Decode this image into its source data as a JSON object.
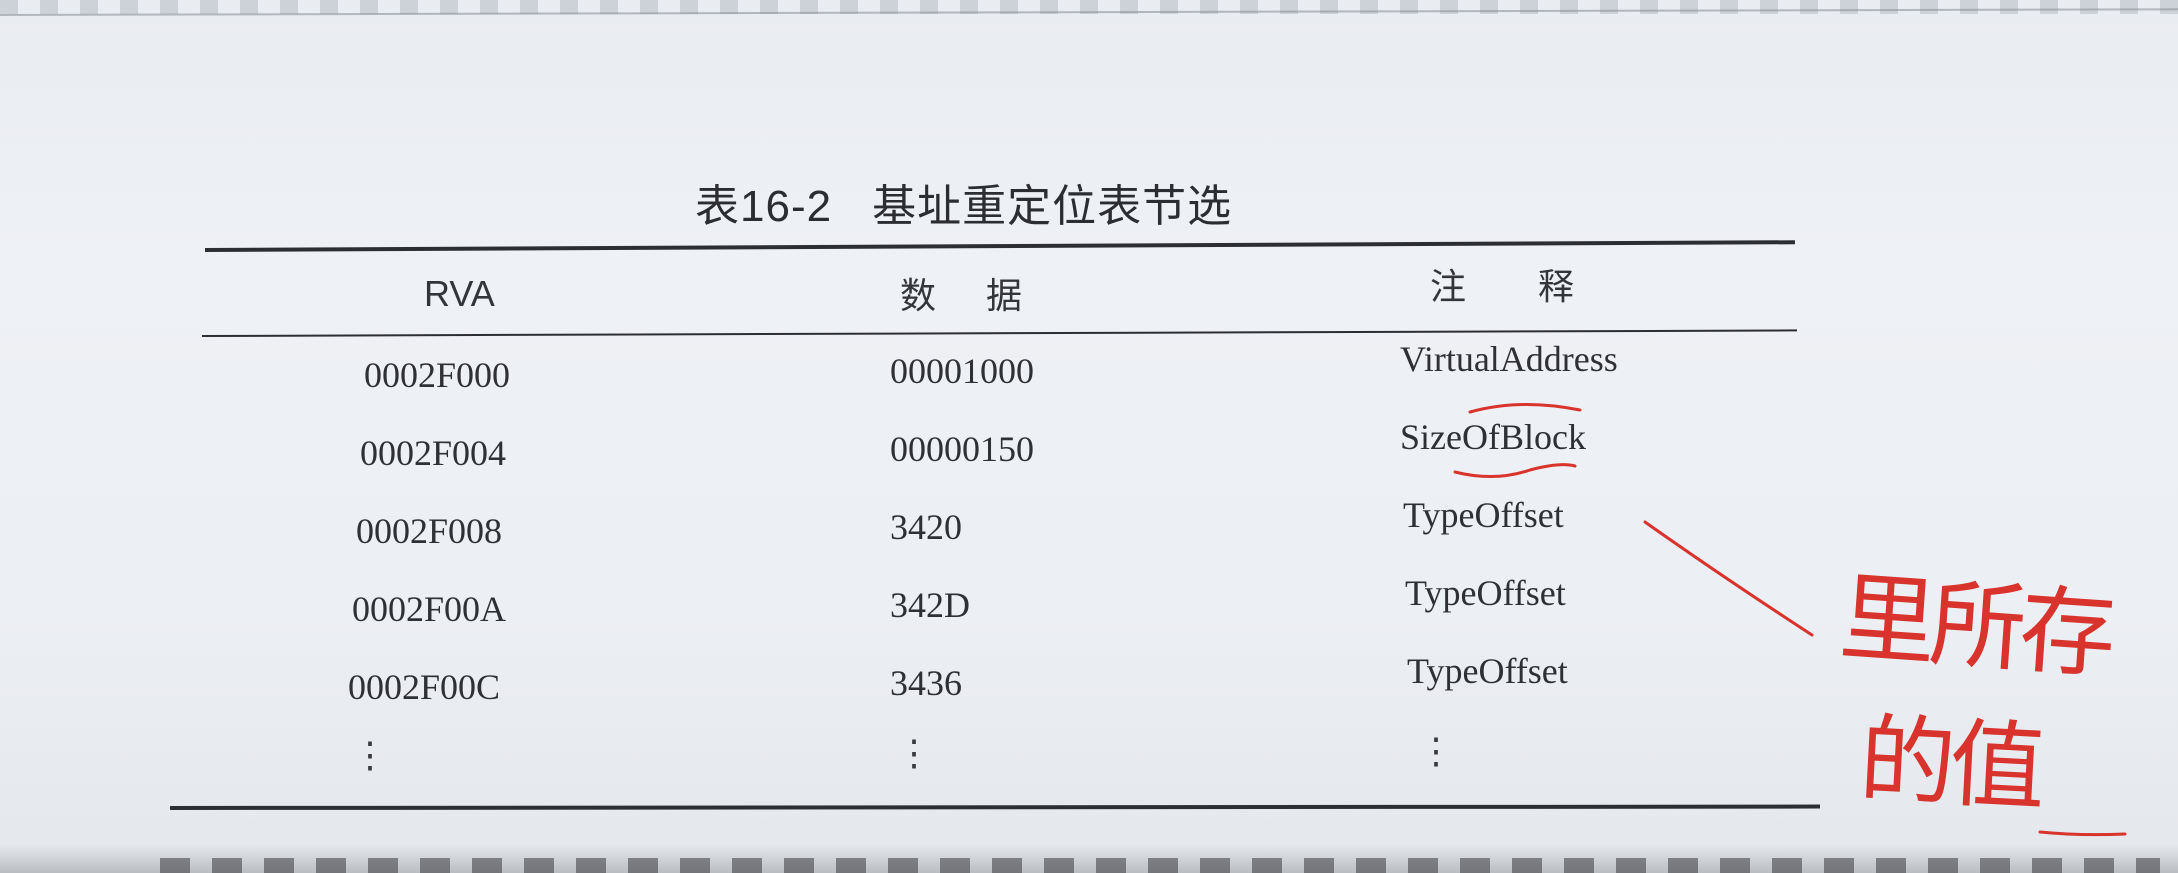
{
  "table": {
    "caption_number": "表16-2",
    "caption_title": "基址重定位表节选",
    "headers": {
      "rva": "RVA",
      "data": "数据",
      "note": "注释"
    },
    "rows": [
      {
        "rva": "0002F000",
        "data": "00001000",
        "note": "VirtualAddress"
      },
      {
        "rva": "0002F004",
        "data": "00000150",
        "note": "SizeOfBlock"
      },
      {
        "rva": "0002F008",
        "data": "3420",
        "note": "TypeOffset"
      },
      {
        "rva": "0002F00A",
        "data": "342D",
        "note": "TypeOffset"
      },
      {
        "rva": "0002F00C",
        "data": "3436",
        "note": "TypeOffset"
      }
    ],
    "continuation": "⋮"
  },
  "handwriting": {
    "color": "#d8332c",
    "note_line1": "里所存",
    "note_line2": "的值"
  },
  "colors": {
    "ink": "#2d2e34",
    "paper": "#eceff3",
    "pen": "#d8332c"
  }
}
